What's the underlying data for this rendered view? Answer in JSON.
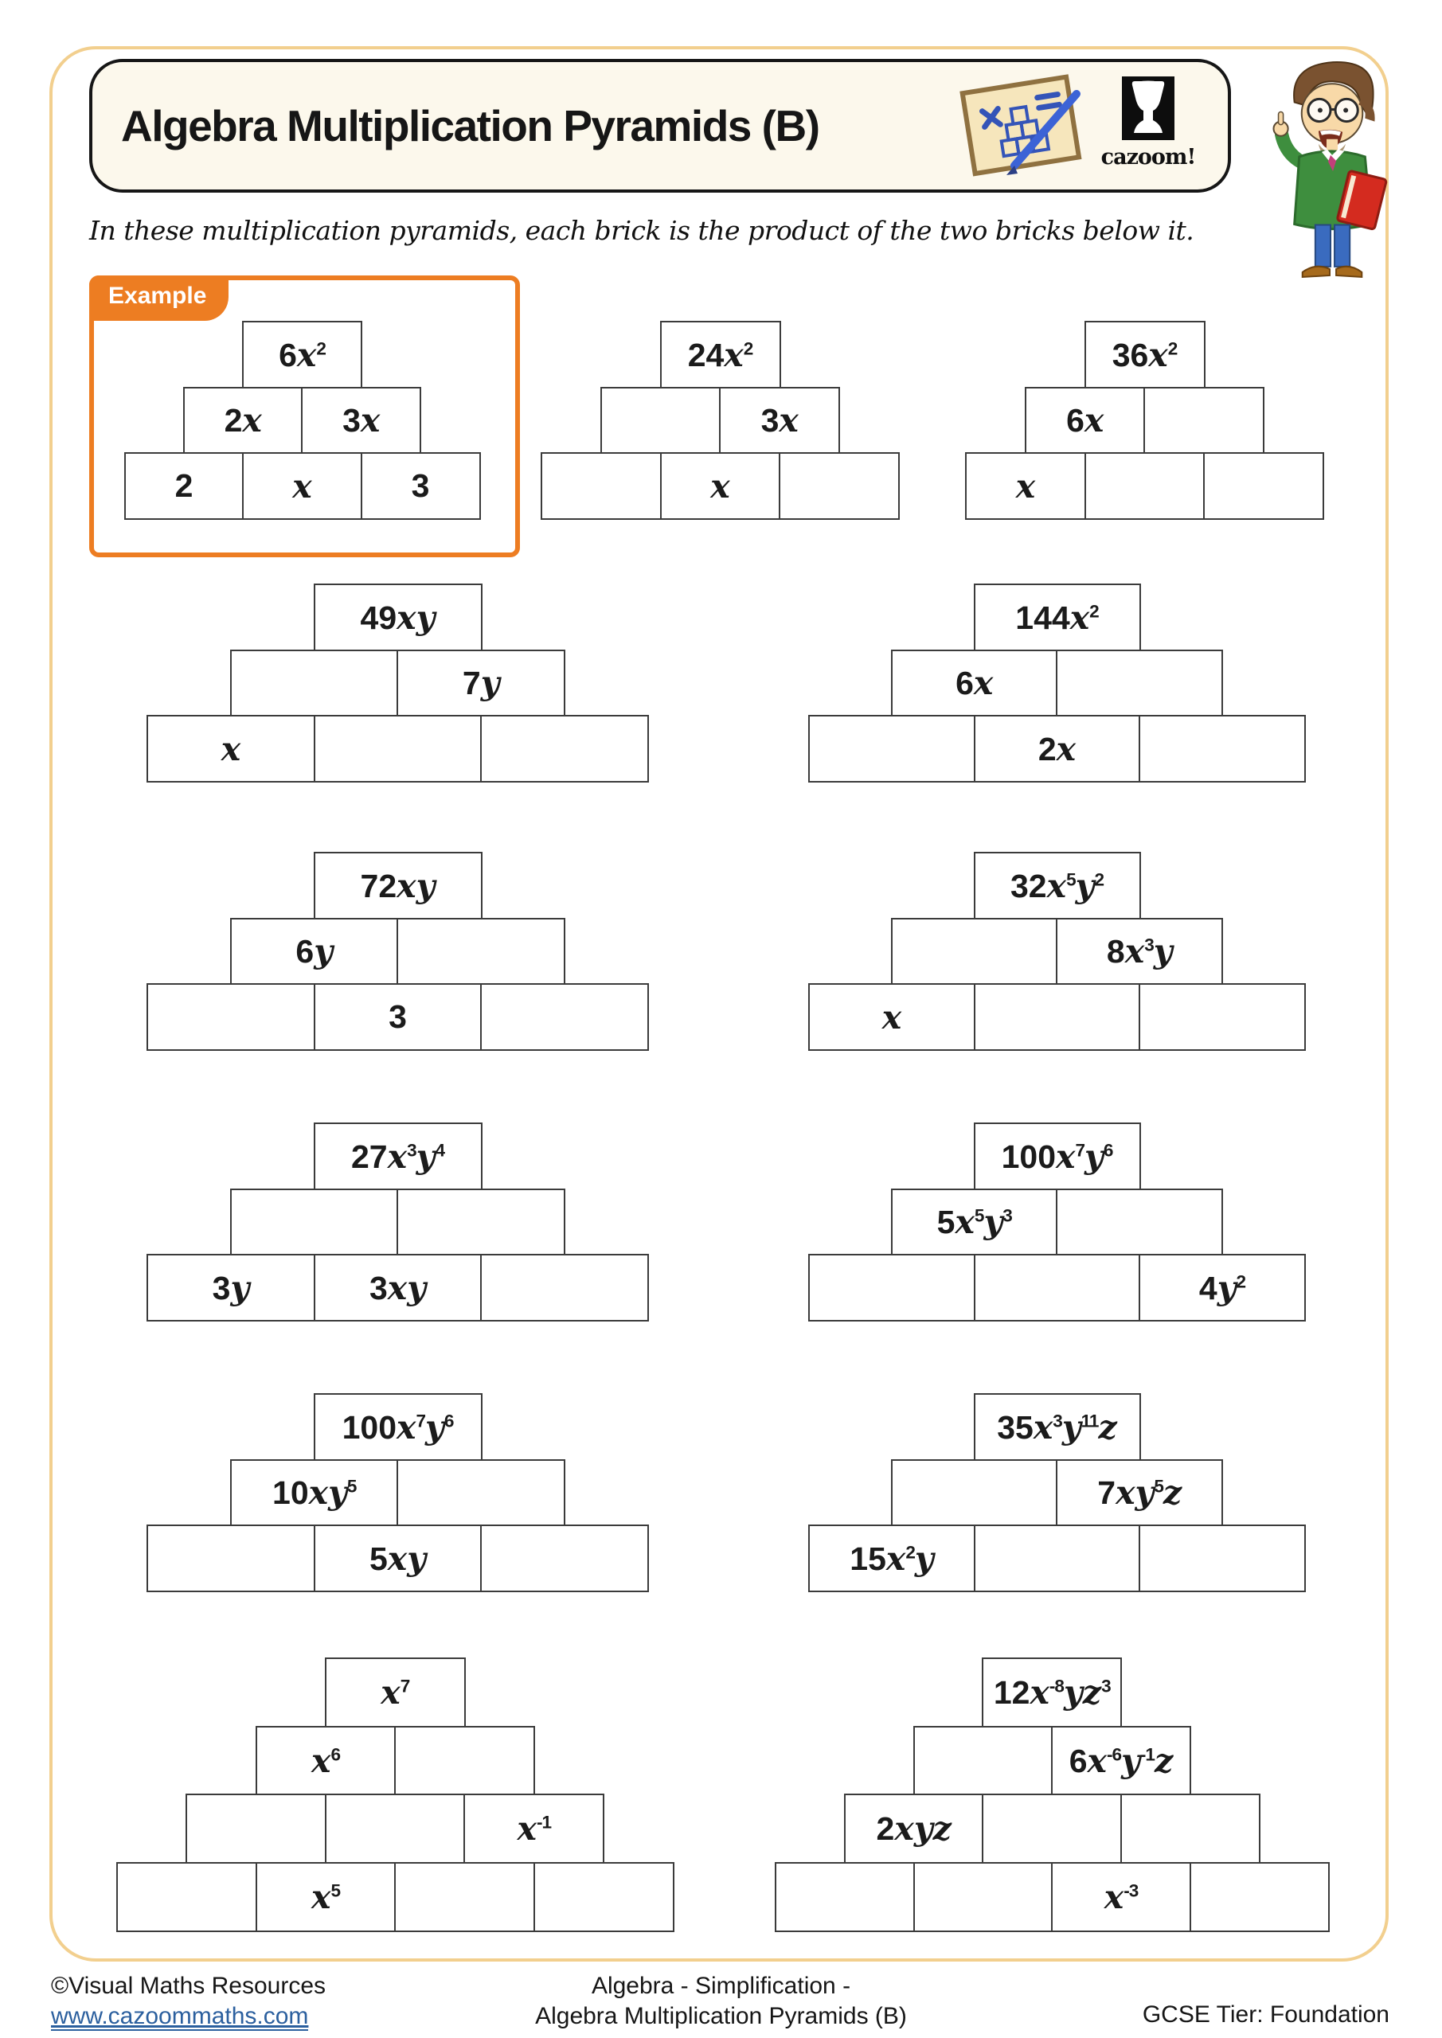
{
  "header": {
    "title": "Algebra Multiplication Pyramids (B)",
    "logo_text": "cazoom!"
  },
  "instruction": "In these multiplication pyramids, each brick is the product of the two bricks below it.",
  "example": {
    "label": "Example"
  },
  "footer": {
    "copyright": "©Visual Maths Resources",
    "website": "www.cazoommaths.com",
    "topic_line1": "Algebra - Simplification -",
    "topic_line2": "Algebra Multiplication Pyramids (B)",
    "tier": "GCSE Tier: Foundation"
  },
  "colors": {
    "accent_orange": "#ED7D22",
    "page_border_tan": "#F2CF8E",
    "header_cream": "#FCF8EC",
    "brick_border_gray": "#3B3B3B",
    "link_blue": "#2B5F9E",
    "icon_blue": "#3454B8"
  },
  "pyramids": [
    {
      "name": "example",
      "rows": [
        [
          "6x^2"
        ],
        [
          "2x",
          "3x"
        ],
        [
          "2",
          "x",
          "3"
        ]
      ]
    },
    {
      "name": "q1",
      "rows": [
        [
          "24x^2"
        ],
        [
          "",
          "3x"
        ],
        [
          "",
          "x",
          ""
        ]
      ]
    },
    {
      "name": "q2",
      "rows": [
        [
          "36x^2"
        ],
        [
          "6x",
          ""
        ],
        [
          "x",
          "",
          ""
        ]
      ]
    },
    {
      "name": "q3",
      "rows": [
        [
          "49xy"
        ],
        [
          "",
          "7y"
        ],
        [
          "x",
          "",
          ""
        ]
      ]
    },
    {
      "name": "q4",
      "rows": [
        [
          "144x^2"
        ],
        [
          "6x",
          ""
        ],
        [
          "",
          "2x",
          ""
        ]
      ]
    },
    {
      "name": "q5",
      "rows": [
        [
          "72xy"
        ],
        [
          "6y",
          ""
        ],
        [
          "",
          "3",
          ""
        ]
      ]
    },
    {
      "name": "q6",
      "rows": [
        [
          "32x^5y^2"
        ],
        [
          "",
          "8x^3y"
        ],
        [
          "x",
          "",
          ""
        ]
      ]
    },
    {
      "name": "q7",
      "rows": [
        [
          "27x^3y^4"
        ],
        [
          "",
          ""
        ],
        [
          "3y",
          "3xy",
          ""
        ]
      ]
    },
    {
      "name": "q8",
      "rows": [
        [
          "100x^7y^6"
        ],
        [
          "5x^5y^3",
          ""
        ],
        [
          "",
          "",
          "4y^2"
        ]
      ]
    },
    {
      "name": "q9",
      "rows": [
        [
          "100x^7y^6"
        ],
        [
          "10xy^5",
          ""
        ],
        [
          "",
          "5xy",
          ""
        ]
      ]
    },
    {
      "name": "q10",
      "rows": [
        [
          "35x^3y^11z"
        ],
        [
          "",
          "7xy^5z"
        ],
        [
          "15x^2y",
          "",
          ""
        ]
      ]
    },
    {
      "name": "q11",
      "rows": [
        [
          "x^7"
        ],
        [
          "x^6",
          ""
        ],
        [
          "",
          "",
          "x^-1"
        ],
        [
          "",
          "x^5",
          "",
          ""
        ]
      ]
    },
    {
      "name": "q12",
      "rows": [
        [
          "12x^-8yz^3"
        ],
        [
          "",
          "6x^-6y^-1z"
        ],
        [
          "2xyz",
          "",
          ""
        ],
        [
          "",
          "",
          "x^-3",
          ""
        ]
      ]
    }
  ]
}
